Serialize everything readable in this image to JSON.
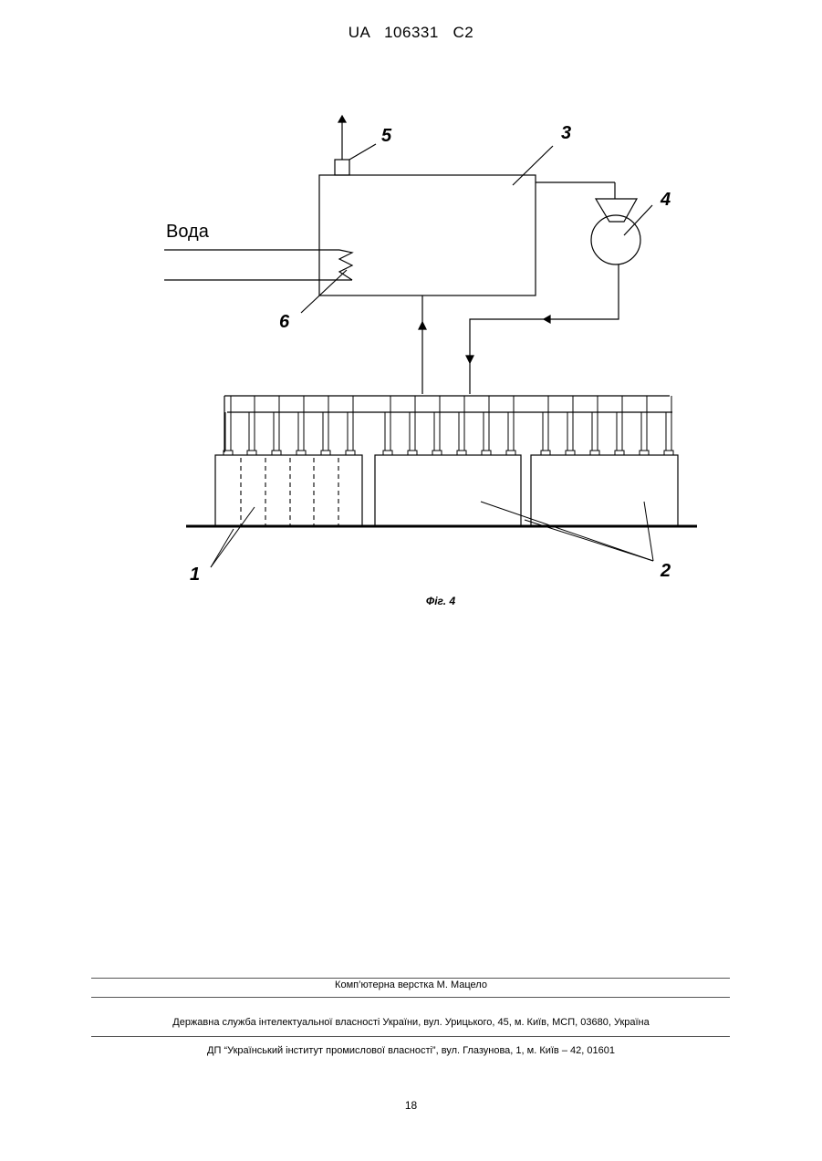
{
  "header": {
    "text": "UA   106331   C2"
  },
  "figure": {
    "water_label": "Вода",
    "labels": {
      "l1": "1",
      "l2": "2",
      "l3": "3",
      "l4": "4",
      "l5": "5",
      "l6": "6"
    },
    "caption": "Фіг. 4"
  },
  "footer": {
    "layout_credit": "Комп’ютерна верстка М. Мацело",
    "office": "Державна служба інтелектуальної власності України, вул. Урицького, 45, м. Київ, МСП, 03680, Україна",
    "institute": "ДП “Український інститут промислової власності”, вул. Глазунова, 1, м. Київ – 42, 01601",
    "page_number": "18"
  }
}
